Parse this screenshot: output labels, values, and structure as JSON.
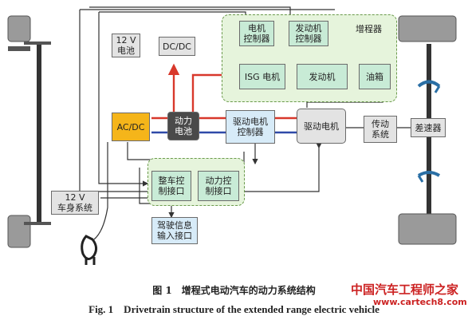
{
  "diagram": {
    "battery_12v_top": "12 V\n电池",
    "dcdc": "DC/DC",
    "motor_controller": "电机\n控制器",
    "engine_controller": "发动机\n控制器",
    "range_extender": "增程器",
    "isg_motor": "ISG 电机",
    "engine": "发动机",
    "fuel_tank": "油箱",
    "acdc": "AC/DC",
    "power_battery": "动力\n电池",
    "drive_motor_controller": "驱动电机\n控制器",
    "drive_motor": "驱动电机",
    "transmission": "传动\n系统",
    "differential": "差速器",
    "vehicle_control_interface": "整车控\n制接口",
    "power_control_interface": "动力控\n制接口",
    "body_12v_system": "12 V\n车身系统",
    "driver_info_interface": "驾驶信息\n输入接口"
  },
  "caption": {
    "zh": "图 1　增程式电动汽车的动力系统结构",
    "en": "Fig. 1　Drivetrain structure of the extended range electric vehicle"
  },
  "watermark": {
    "site_cn": "中国汽车工程师之家",
    "site_url": "www.cartech8.com"
  },
  "colors": {
    "group_fill": "#e6f4dc",
    "box_green": "#c8ebd6",
    "box_blue": "#d7ebf8",
    "acdc_orange": "#f5b51a",
    "battery_dark": "#4a4a4a",
    "red_line": "#d8382b",
    "blue_line": "#2f4aa8",
    "rotation_arrow": "#2a6fa5"
  }
}
